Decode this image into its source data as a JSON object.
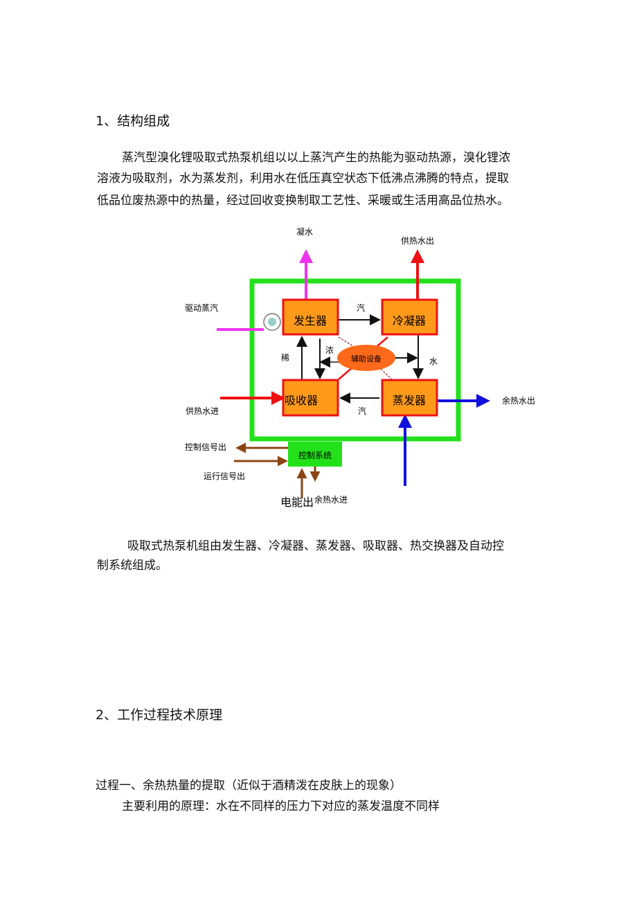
{
  "section1": {
    "heading": "1、结构组成",
    "para1": [
      "蒸汽型溴化锂吸取式热泵机组以以上蒸汽产生的热能为驱动热源，溴化锂浓",
      "溶液为吸取剂，水为蒸发剂，利用水在低压真空状态下低沸点沸腾的特点，提取",
      "低品位废热源中的热量，经过回收变换制取工艺性、采暖或生活用高品位热水。"
    ],
    "para2": [
      "吸取式热泵机组由发生器、冷凝器、蒸发器、吸取器、热交换器及自动控",
      "制系统组成。"
    ]
  },
  "diagram": {
    "generator": "发生器",
    "condenser": "冷凝器",
    "absorber": "吸收器",
    "evaporator": "蒸发器",
    "auxiliary": "辅助设备",
    "control": "控制系统",
    "condensate_out": "凝水",
    "supply_hot_out": "供热水出",
    "driving_steam": "驱动蒸汽",
    "supply_hot_in": "供热水进",
    "waste_hot_out": "余热水出",
    "waste_hot_in": "余热水进",
    "control_signal_out": "控制信号出",
    "run_signal_out": "运行信号出",
    "power": "电能出",
    "steam_top": "汽",
    "steam_bottom": "汽",
    "dilute": "稀",
    "concentrated": "浓",
    "water": "水",
    "colors": {
      "frame": "#22e01a",
      "box": "#ff9a1a",
      "box_border": "#ee1111",
      "steam": "#ee33ee",
      "hot": "#ee1111",
      "waste": "#1111dd",
      "signal": "#8b4513",
      "aux": "#ff6a1a"
    }
  },
  "section2": {
    "heading": "2、工作过程技术原理",
    "process1": "过程一、余热热量的提取（近似于酒精泼在皮肤上的现象）",
    "principle": "主要利用的原理：水在不同样的压力下对应的蒸发温度不同样"
  }
}
